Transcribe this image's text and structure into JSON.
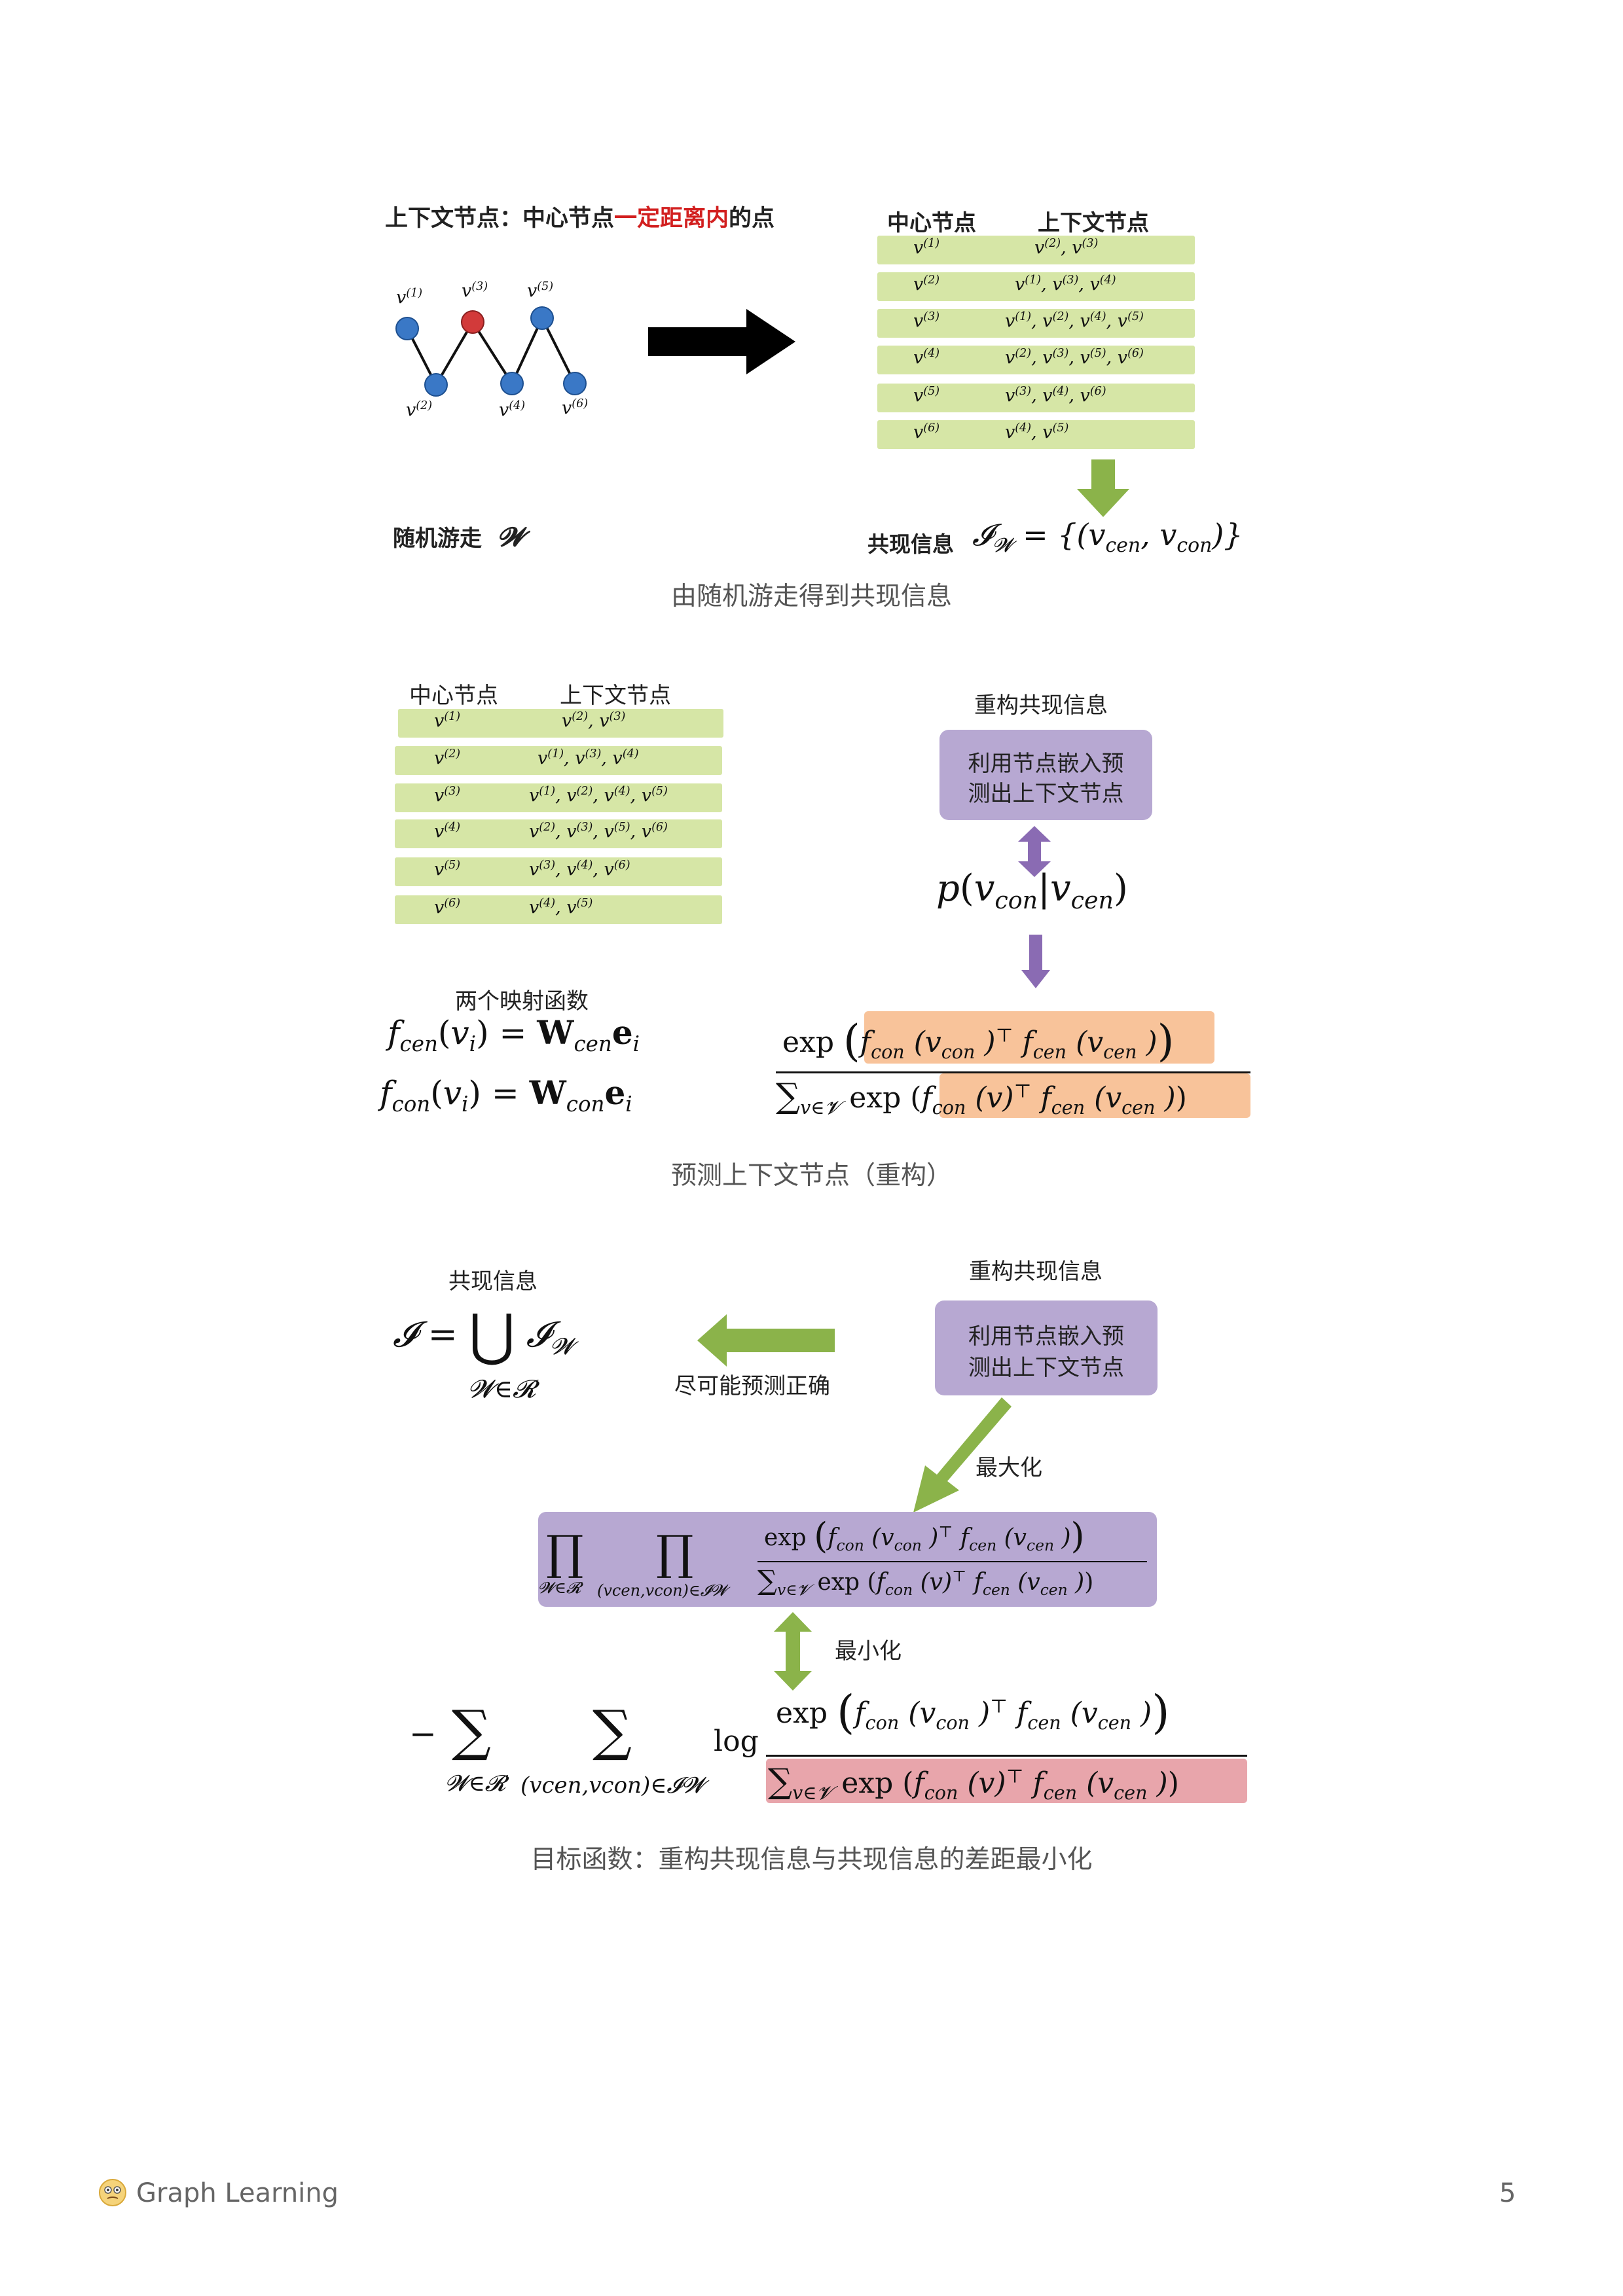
{
  "figure1": {
    "title_prefix": "上下文节点：中心节点",
    "title_red": "一定距离内",
    "title_suffix": "的点",
    "walk_label": "随机游走",
    "walk_symbol": "𝓦",
    "nodes": [
      "v(1)",
      "v(2)",
      "v(3)",
      "v(4)",
      "v(5)",
      "v(6)"
    ],
    "table_header": [
      "中心节点",
      "上下文节点"
    ],
    "table_rows": [
      {
        "center": "v(1)",
        "context": "v(2), v(3)"
      },
      {
        "center": "v(2)",
        "context": "v(1), v(3), v(4)"
      },
      {
        "center": "v(3)",
        "context": "v(1), v(2), v(4), v(5)"
      },
      {
        "center": "v(4)",
        "context": "v(2), v(3), v(5), v(6)"
      },
      {
        "center": "v(5)",
        "context": "v(3), v(4), v(6)"
      },
      {
        "center": "v(6)",
        "context": "v(4), v(5)"
      }
    ],
    "cooccur_label": "共现信息",
    "cooccur_formula": "𝓘𝓦 = {(vcen, vcon)}",
    "caption": "由随机游走得到共现信息"
  },
  "figure2": {
    "table_header": [
      "中心节点",
      "上下文节点"
    ],
    "mapping_label": "两个映射函数",
    "fcen_formula": "fcen(vi) = Wcen ei",
    "fcon_formula": "fcon(vi) = Wcon ei",
    "reconstruct_label": "重构共现信息",
    "box_text": "利用节点嵌入预测出上下文节点",
    "box_line1": "利用节点嵌入预",
    "box_line2": "测出上下文节点",
    "prob_formula": "p(vcon|vcen)",
    "softmax_num": "exp( fcon(vcon)⊤ fcen(vcen) )",
    "softmax_den": "Σv∈𝓥 exp( fcon(v)⊤ fcen(vcen) )",
    "caption": "预测上下文节点（重构）"
  },
  "figure3": {
    "cooccur_label": "共现信息",
    "union_formula": "𝓘 = ⋃ 𝓘𝓦",
    "union_sub": "𝓦∈𝓡",
    "arrow_label": "尽可能预测正确",
    "reconstruct_label": "重构共现信息",
    "box_line1": "利用节点嵌入预",
    "box_line2": "测出上下文节点",
    "maximize_label": "最大化",
    "minimize_label": "最小化",
    "prod_sub1": "𝓦∈𝓡",
    "prod_sub2": "(vcen,vcon)∈𝓘𝓦",
    "log": "log",
    "caption": "目标函数：重构共现信息与共现信息的差距最小化"
  },
  "footer": {
    "brand": "Graph Learning",
    "page_number": "5"
  },
  "colors": {
    "green_row": "#d6e6a6",
    "green_arrow": "#8bb34a",
    "purple_box": "#b7a8d2",
    "purple_arrow": "#8a6bb3",
    "orange": "#f8c39a",
    "pink": "#e8a5ab",
    "node_blue": "#3a78c6",
    "node_red": "#d23a3a",
    "title_red": "#d21f1f"
  }
}
